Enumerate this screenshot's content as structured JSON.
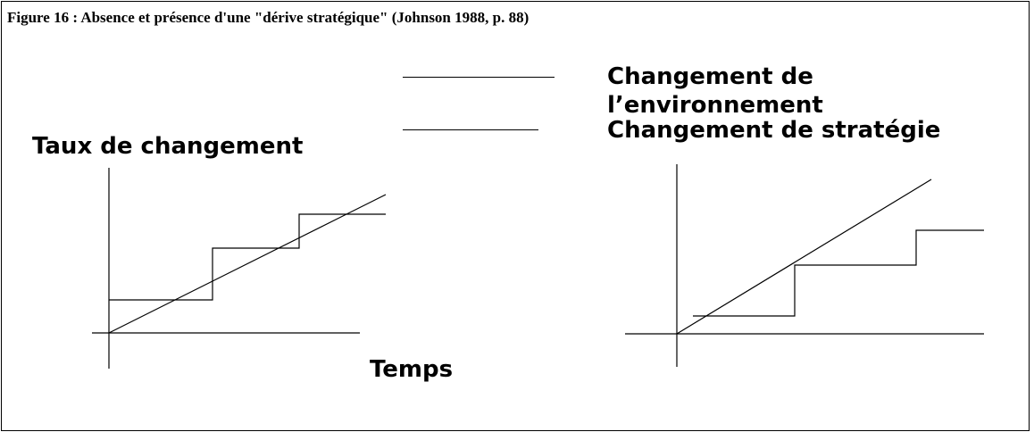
{
  "caption": "Figure 16 :  Absence et présence d'une \"dérive stratégique\" (Johnson 1988, p. 88)",
  "legend": {
    "environment_change": "Changement de l’environnement",
    "strategy_change": "Changement de stratégie"
  },
  "axes": {
    "y_label": "Taux de changement",
    "x_label": "Temps"
  }
}
